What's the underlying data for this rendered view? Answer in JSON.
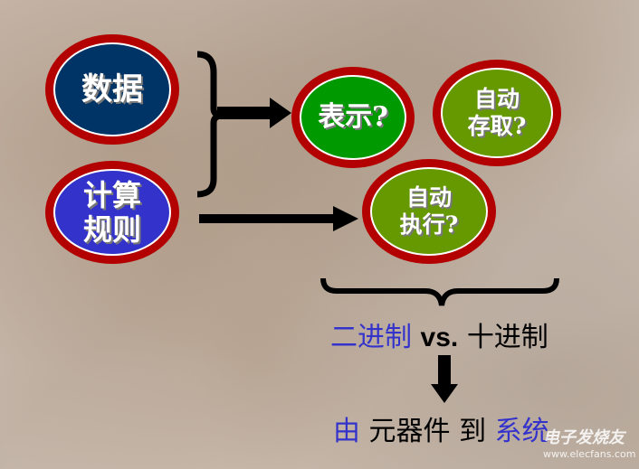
{
  "nodes": {
    "data": "数据",
    "rules_line1": "计算",
    "rules_line2": "规则",
    "represent": "表示?",
    "storage_line1": "自动",
    "storage_line2": "存取?",
    "execute_line1": "自动",
    "execute_line2": "执行?"
  },
  "bottom": {
    "binary": "二进制",
    "vs": "vs.",
    "decimal": "十进制",
    "from": "由",
    "components": "元器件",
    "to": "到",
    "system": "系统"
  },
  "watermark": {
    "brand": "电子发烧友",
    "url": "www.elecfans.com"
  },
  "colors": {
    "ring": "#b30000",
    "data": "#003366",
    "rules": "#3333cc",
    "represent": "#009900",
    "auto": "#669900",
    "blue_text": "#3333cc"
  }
}
